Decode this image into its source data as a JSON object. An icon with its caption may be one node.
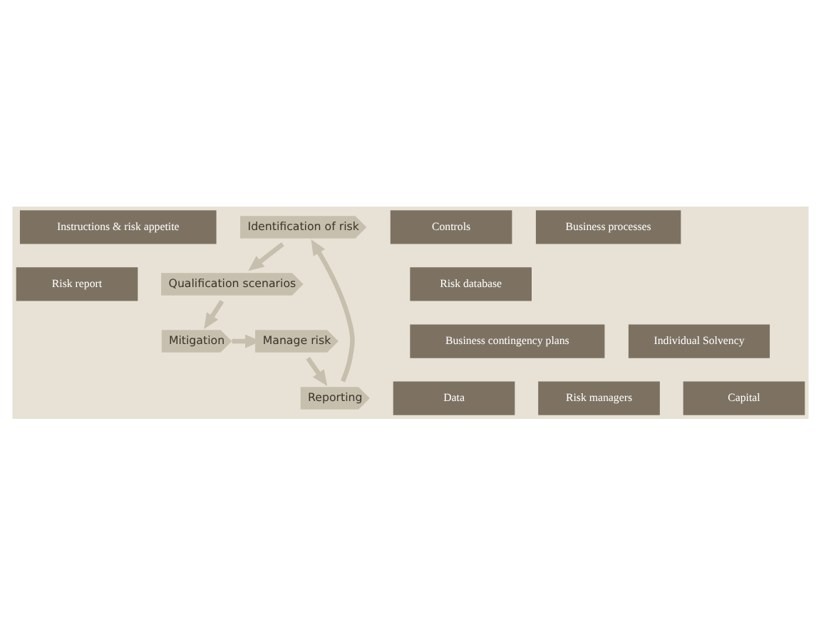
{
  "diagram": {
    "nodes": [
      {
        "text": [
          "Instructions & risk appetite"
        ]
      },
      {
        "text": [
          "Risk report"
        ]
      },
      {
        "text": [
          "Identification of risk"
        ]
      },
      {
        "text": [
          "Risk database"
        ]
      },
      {
        "text": [
          "Data"
        ]
      },
      {
        "text": [
          "Reporting"
        ]
      },
      {
        "text": [
          "Risk managers"
        ]
      },
      {
        "text": [
          "Qualification scenarios"
        ]
      },
      {
        "text": [
          "Capital"
        ]
      },
      {
        "text": [
          "Business contingency plans"
        ]
      },
      {
        "text": [
          "Manage risk"
        ]
      },
      {
        "text": [
          "Mitigation"
        ]
      },
      {
        "text": [
          "Individual Solvency"
        ]
      },
      {
        "text": [
          "Controls"
        ]
      },
      {
        "text": [
          "Business processes"
        ]
      }
    ],
    "edges": [
      {
        "from": 2,
        "to": 7,
        "arrow": "to"
      },
      {
        "from": 7,
        "to": 11,
        "arrow": "to"
      },
      {
        "from": 11,
        "to": 10,
        "arrow": "to"
      },
      {
        "from": 10,
        "to": 5,
        "arrow": "to"
      },
      {
        "from": 5,
        "to": 2,
        "arrow": "to"
      }
    ]
  }
}
